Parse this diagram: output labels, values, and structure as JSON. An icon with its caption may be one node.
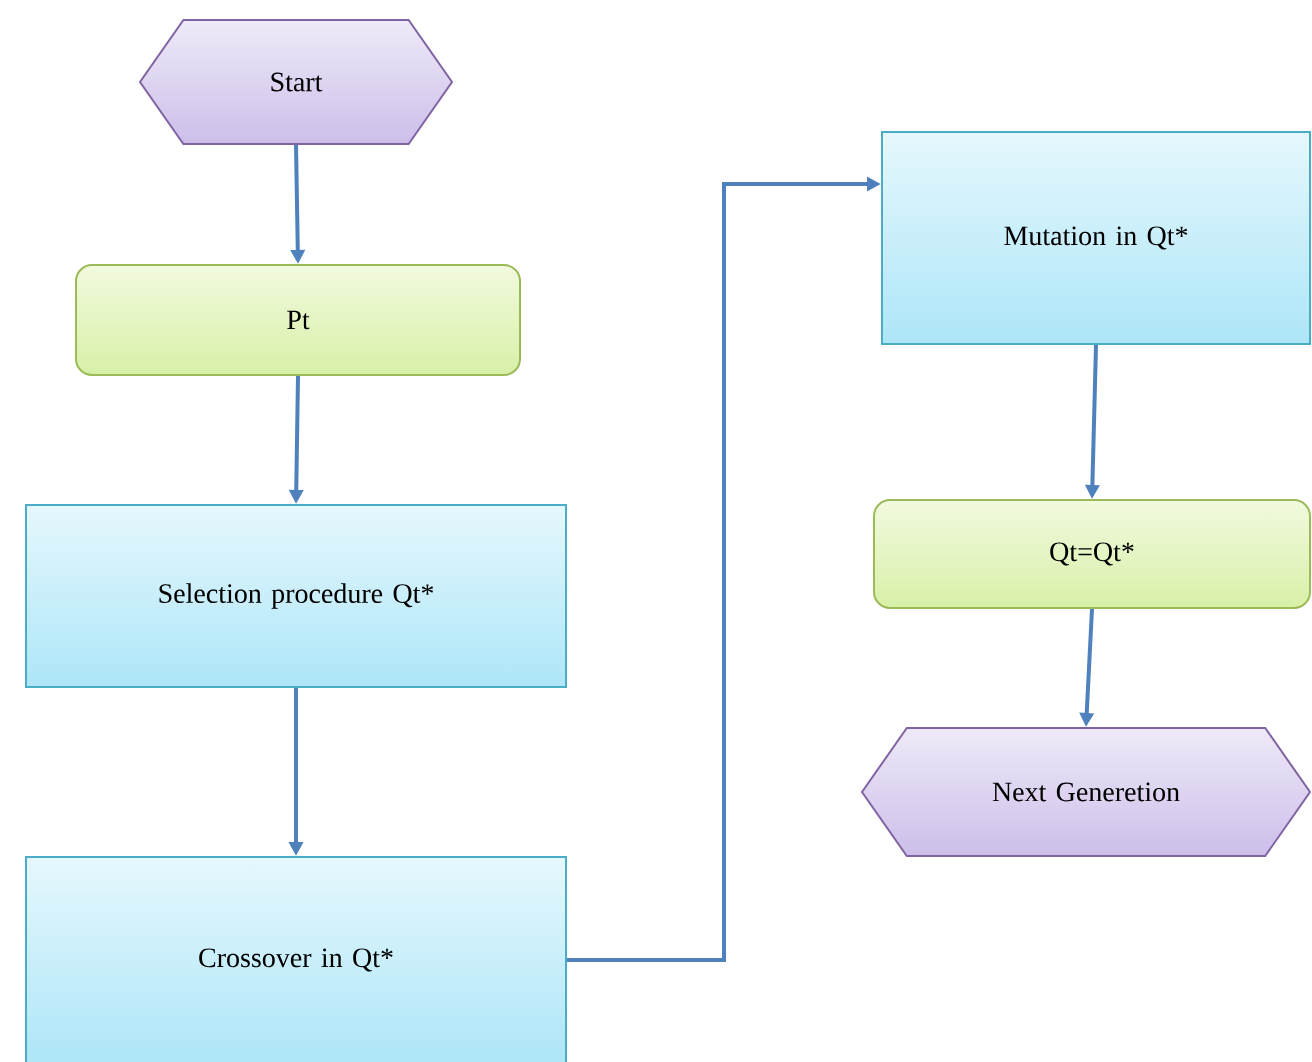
{
  "diagram": {
    "nodes": [
      {
        "text": [
          "Start"
        ]
      },
      {
        "text": [
          "Pt"
        ]
      },
      {
        "text": [
          "Selection procedure Qt*"
        ]
      },
      {
        "text": [
          "Crossover in Qt*"
        ]
      },
      {
        "text": [
          "Mutation in Qt*"
        ]
      },
      {
        "text": [
          "Qt=Qt*"
        ]
      },
      {
        "text": [
          "Next Generetion"
        ]
      }
    ],
    "edges": [
      {
        "from": 0,
        "to": 1,
        "arrow": "to"
      },
      {
        "from": 1,
        "to": 2,
        "arrow": "to"
      },
      {
        "from": 2,
        "to": 3,
        "arrow": "to"
      },
      {
        "from": 3,
        "to": 4,
        "arrow": "to"
      },
      {
        "from": 4,
        "to": 5,
        "arrow": "to"
      },
      {
        "from": 5,
        "to": 6,
        "arrow": "to"
      }
    ]
  }
}
